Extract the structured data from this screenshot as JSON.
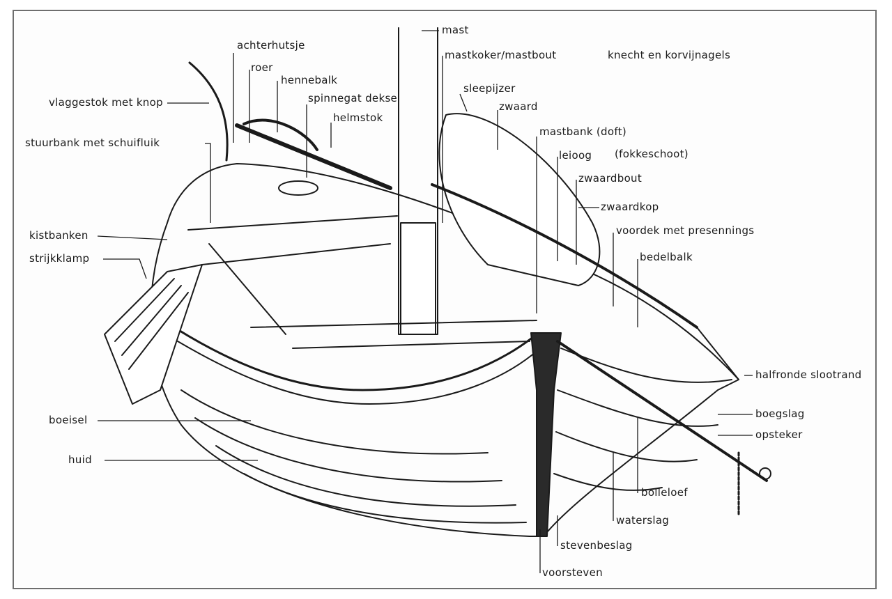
{
  "labels": {
    "mast": "mast",
    "mastkoker": "mastkoker/mastbout",
    "knecht": "knecht en korvijnagels",
    "achterhutsje": "achterhutsje",
    "roer": "roer",
    "hennebalk": "hennebalk",
    "spinnegatdeksel": "spinnegat deksel",
    "helmstok": "helmstok",
    "vlaggestok": "vlaggestok met knop",
    "stuurbank": "stuurbank met schuifluik",
    "sleepijzer": "sleepijzer",
    "zwaard": "zwaard",
    "mastbank": "mastbank (doft)",
    "leioog": "leioog",
    "fokkeschoot": "(fokkeschoot)",
    "zwaardbout": "zwaardbout",
    "zwaardkop": "zwaardkop",
    "voordek": "voordek met presennings",
    "kistbanken": "kistbanken",
    "strijkklamp": "strijkklamp",
    "bedelbalk": "bedelbalk",
    "halfronde": "halfronde slootrand",
    "boegslag": "boegslag",
    "opsteker": "opsteker",
    "boeisel": "boeisel",
    "huid": "huid",
    "bolleloef": "bolleloef",
    "waterslag": "waterslag",
    "stevenbeslag": "stevenbeslag",
    "voorsteven": "voorsteven"
  }
}
